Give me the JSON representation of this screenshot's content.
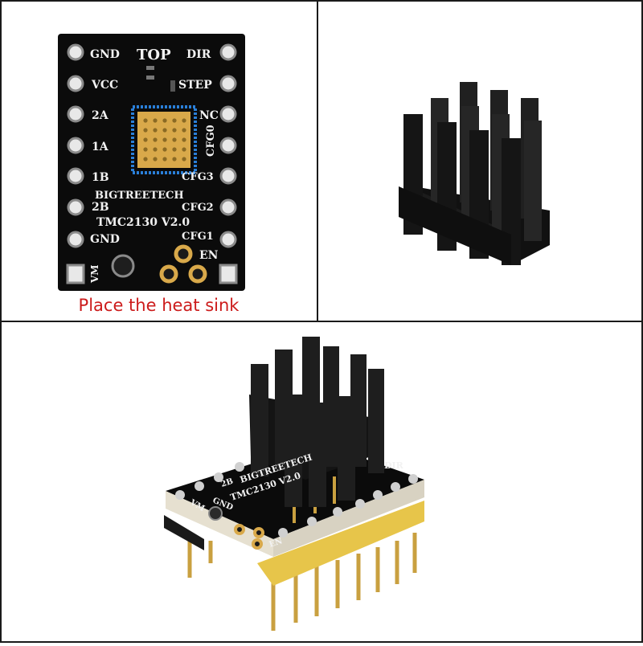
{
  "colors": {
    "pcb": "#0b0b0b",
    "silkscreen": "#f2f2f2",
    "gold": "#d9a94a",
    "chip_outline": "#2a7fd8",
    "heatsink": "#151515",
    "header": "#e7c54a",
    "caption": "#cc1b1b",
    "border": "#1a1a1a"
  },
  "board": {
    "left_pins": [
      "GND",
      "VCC",
      "2A",
      "1A",
      "1B",
      "2B",
      "GND"
    ],
    "right_pins": [
      "DIR",
      "STEP",
      "NC",
      "CFG0",
      "CFG3",
      "CFG2",
      "CFG1",
      "EN"
    ],
    "top_label": "TOP",
    "vm_label": "VM",
    "brand": "BIGTREETECH",
    "model": "TMC2130 V2.0"
  },
  "caption": "Place the heat sink",
  "assembled": {
    "labels": [
      "DIR",
      "BIGTREETECH",
      "TMC2130 V2.0",
      "GND",
      "VM",
      "EN",
      "2B"
    ]
  }
}
